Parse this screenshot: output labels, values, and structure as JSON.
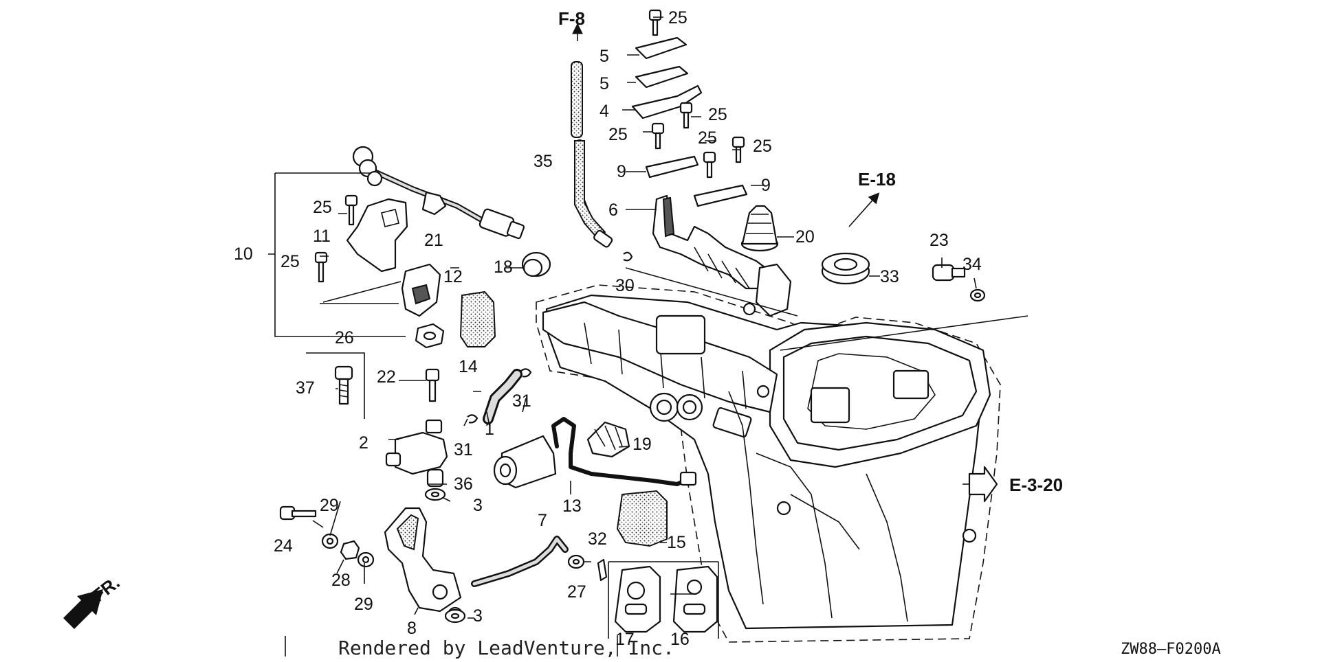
{
  "diagram": {
    "callouts": [
      "1",
      "2",
      "3",
      "3",
      "4",
      "5",
      "5",
      "6",
      "7",
      "8",
      "9",
      "9",
      "10",
      "11",
      "12",
      "13",
      "14",
      "15",
      "16",
      "17",
      "18",
      "19",
      "20",
      "21",
      "22",
      "23",
      "24",
      "25",
      "25",
      "25",
      "25",
      "25",
      "25",
      "25",
      "26",
      "27",
      "28",
      "29",
      "29",
      "30",
      "31",
      "31",
      "32",
      "33",
      "34",
      "35",
      "36",
      "37"
    ],
    "refs": {
      "f8": "F-8",
      "e18": "E-18",
      "e320": "E-3-20",
      "fr": "FR."
    },
    "credit": "Rendered by LeadVenture, Inc.",
    "drawing_code": "ZW88—F0200A"
  }
}
